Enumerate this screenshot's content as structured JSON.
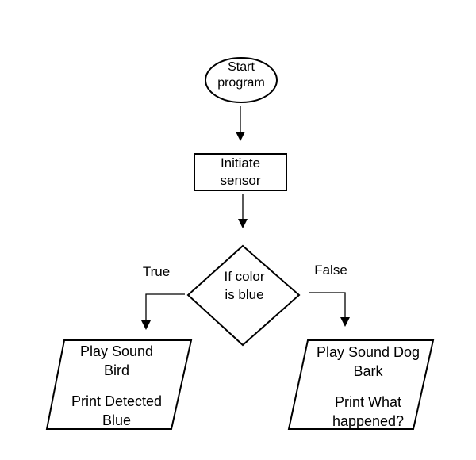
{
  "flowchart": {
    "start": {
      "lines": [
        "Start",
        "program"
      ]
    },
    "init": {
      "lines": [
        "Initiate",
        "sensor"
      ]
    },
    "decision": {
      "lines": [
        "If color",
        "is blue"
      ]
    },
    "true_branch_label": "True",
    "false_branch_label": "False",
    "true_output": {
      "lines": [
        "Play Sound",
        "Bird",
        "Print Detected",
        "Blue"
      ]
    },
    "false_output": {
      "lines": [
        "Play Sound Dog",
        "Bark",
        "Print What",
        "happened?"
      ]
    }
  }
}
